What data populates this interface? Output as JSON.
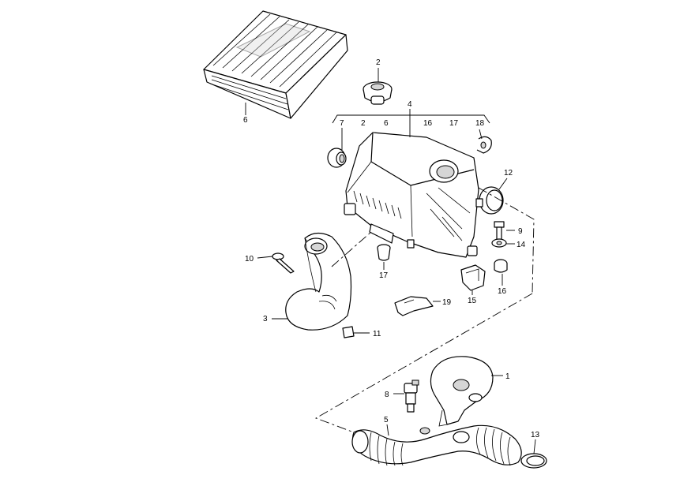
{
  "diagram": {
    "callouts": {
      "c1": "1",
      "c2": "2",
      "c3": "3",
      "c4": "4",
      "c5": "5",
      "c6": "6",
      "c7": "7",
      "c8": "8",
      "c9": "9",
      "c10": "10",
      "c11": "11",
      "c12": "12",
      "c13": "13",
      "c14": "14",
      "c15": "15",
      "c16": "16",
      "c17": "17",
      "c18": "18",
      "c19": "19",
      "g2": "2",
      "g6": "6",
      "g16": "16",
      "g17": "17"
    }
  }
}
